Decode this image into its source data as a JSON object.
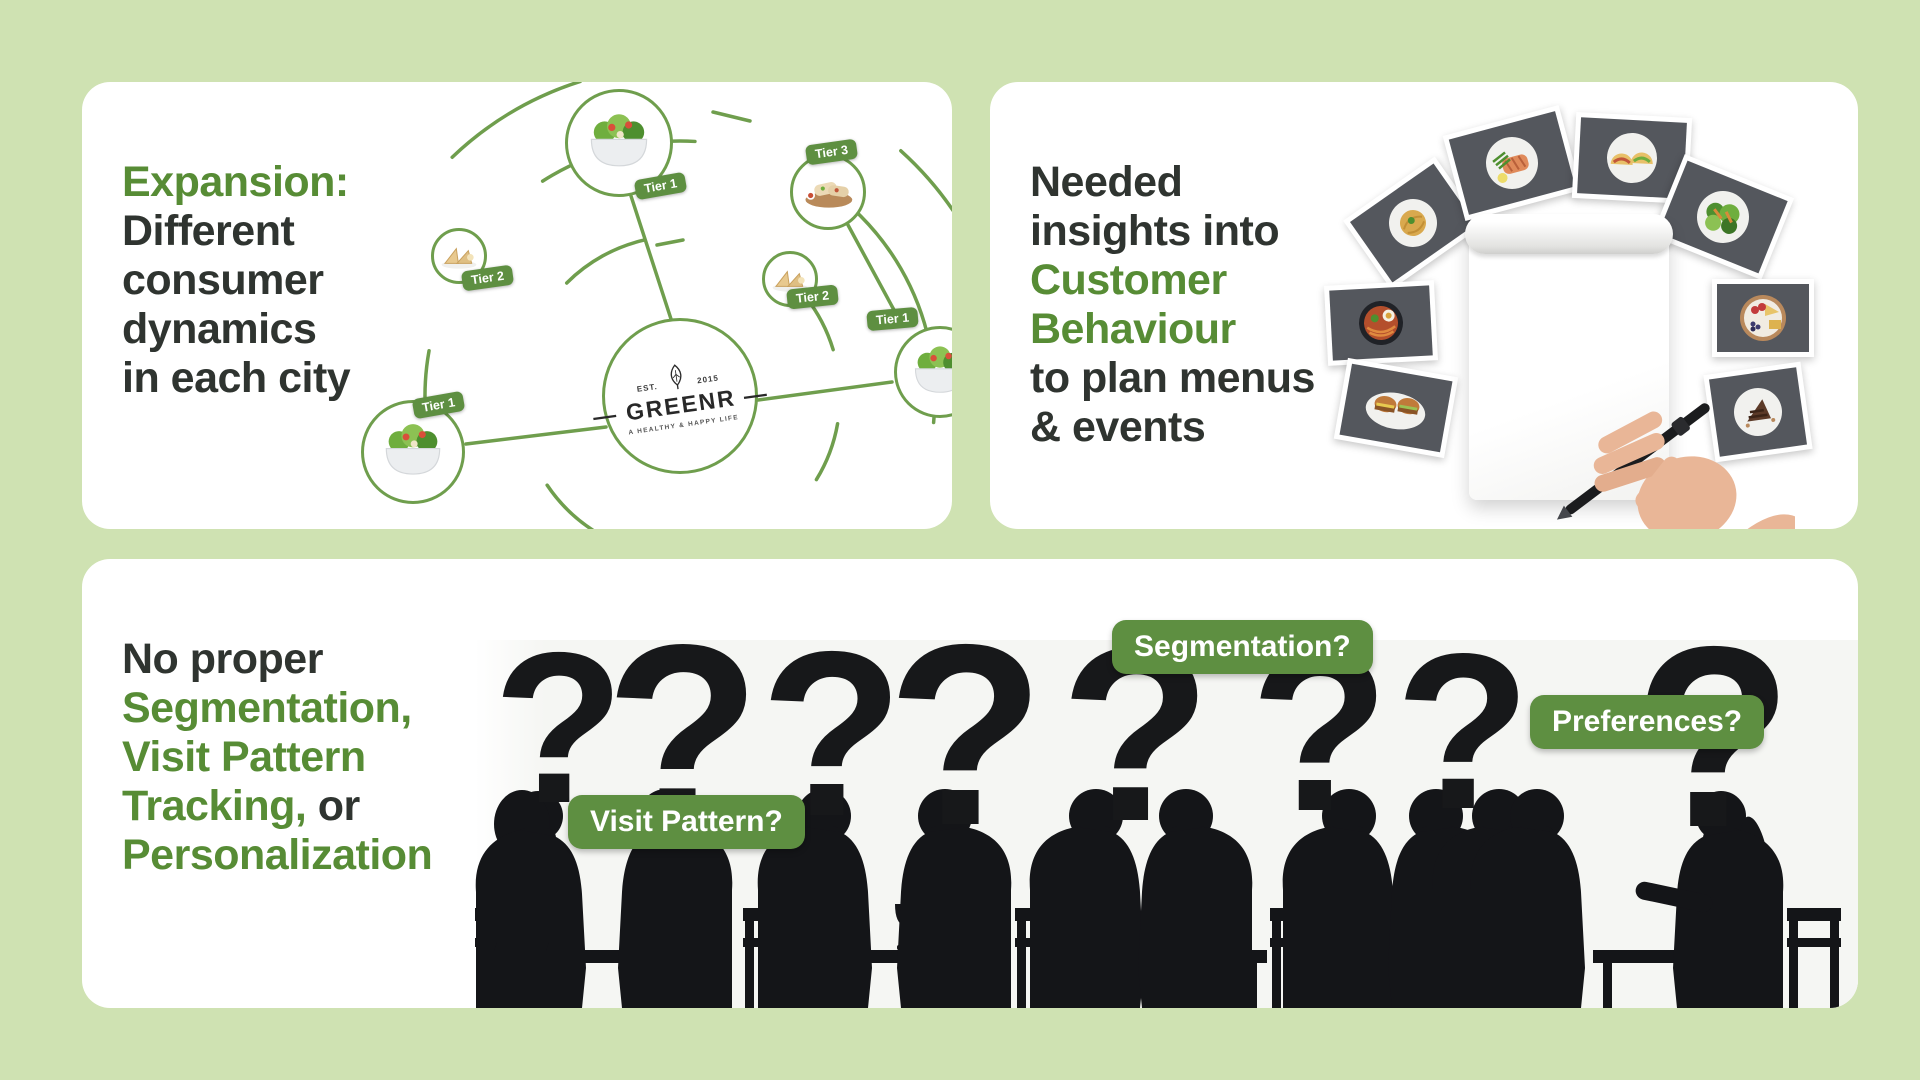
{
  "page": {
    "background": "#cfe2b2"
  },
  "colors": {
    "accent_green": "#578c35",
    "badge_green": "#5e8f41",
    "diagram_green": "#6f9e4d",
    "dark_text": "#2f3430"
  },
  "expansion_card": {
    "title_highlight": "Expansion:",
    "title_lines": [
      "Different",
      "consumer",
      "dynamics",
      "in each city"
    ],
    "logo": {
      "est": "EST.",
      "year": "2015",
      "name": "— GREENR —",
      "tagline": "A HEALTHY & HAPPY LIFE"
    },
    "nodes": [
      {
        "label": "Tier 1",
        "food": "salad-bowl"
      },
      {
        "label": "Tier 3",
        "food": "wrap-platter"
      },
      {
        "label": "Tier 2",
        "food": "club-sandwich"
      },
      {
        "label": "Tier 2",
        "food": "club-sandwich"
      },
      {
        "label": "Tier 1",
        "food": "salad-bowl"
      },
      {
        "label": "Tier 1",
        "food": "salad-bowl"
      }
    ]
  },
  "insights_card": {
    "title_dark_top": [
      "Needed",
      "insights into"
    ],
    "title_green": [
      "Customer",
      "Behaviour"
    ],
    "title_dark_bottom": [
      "to plan menus",
      "& events"
    ],
    "photos": [
      "pasta",
      "ramen-bowl",
      "burgers",
      "grilled-salmon",
      "tacos",
      "green-salad",
      "cheese-platter",
      "chocolate-cake"
    ]
  },
  "problems_card": {
    "title_line1": "No proper",
    "title_line2": "Segmentation,",
    "title_line3": "Visit Pattern",
    "title_line4_green": "Tracking,",
    "title_line4_dark": " or",
    "title_line5": "Personalization",
    "question_mark": "?",
    "badges": [
      {
        "label": "Visit Pattern?"
      },
      {
        "label": "Segmentation?"
      },
      {
        "label": "Preferences?"
      }
    ]
  }
}
